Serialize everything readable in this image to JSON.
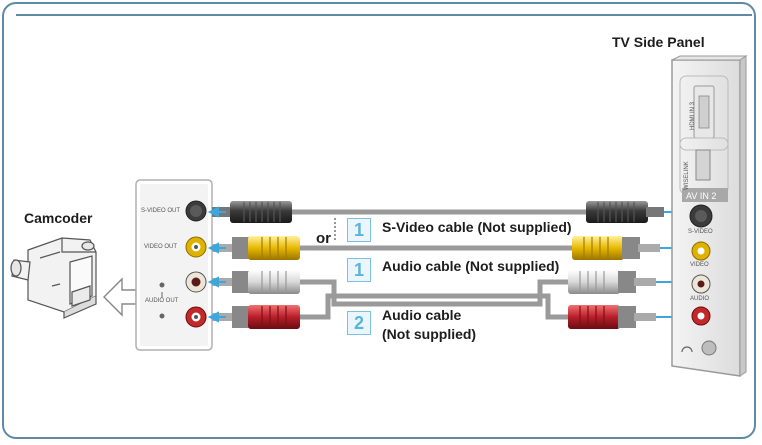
{
  "labels": {
    "tv_side_panel": "TV Side Panel",
    "camcoder": "Camcoder",
    "or": "or",
    "svideo_cable": "S-Video cable (Not supplied)",
    "audio_cable_1": "Audio cable (Not supplied)",
    "audio_cable_2_line1": "Audio cable",
    "audio_cable_2_line2": "(Not supplied)"
  },
  "step_numbers": {
    "svideo": "1",
    "audio_1": "1",
    "audio_2": "2"
  },
  "camcoder_panel": {
    "svideo_out": "S-VIDEO OUT",
    "video_out": "VIDEO OUT",
    "audio_out": "AUDIO OUT"
  },
  "tv_panel": {
    "hdmi": "HDMI IN 3",
    "wiselink": "WISELINK",
    "av_in": "AV IN 2",
    "svideo": "S-VIDEO",
    "video": "VIDEO",
    "audio": "AUDIO"
  },
  "colors": {
    "frame": "#5e8aa6",
    "accent": "#5bb4dd",
    "yellow_plug": "#e8b800",
    "red_plug": "#b81e2a",
    "white_plug": "#d8d8d8",
    "svideo_plug": "#444444"
  }
}
